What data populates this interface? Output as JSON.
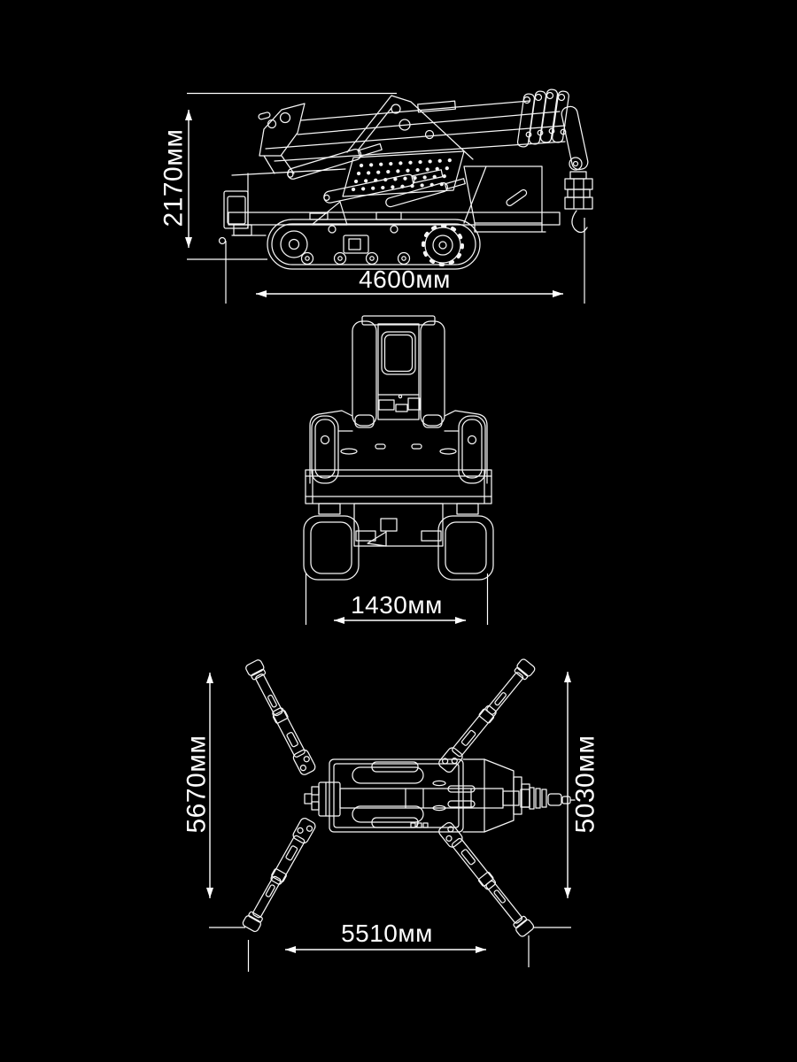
{
  "canvas": {
    "background": "#000000",
    "line_color": "#f5f5f5",
    "text_color": "#ffffff"
  },
  "views": {
    "side": {
      "name": "side-elevation",
      "dim_height": "2170мм",
      "dim_length": "4600мм"
    },
    "front": {
      "name": "front-elevation",
      "dim_width": "1430мм"
    },
    "top": {
      "name": "plan-with-outriggers",
      "dim_left_span": "5670мм",
      "dim_right_span": "5030мм",
      "dim_length": "5510мм"
    }
  }
}
